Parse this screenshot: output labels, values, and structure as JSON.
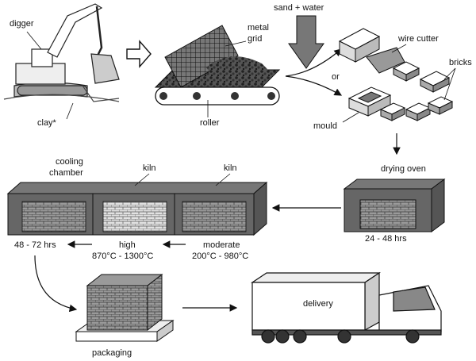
{
  "labels": {
    "digger": "digger",
    "clay": "clay*",
    "metal_grid_line1": "metal",
    "metal_grid_line2": "grid",
    "roller": "roller",
    "sand_water": "sand + water",
    "or": "or",
    "wire_cutter": "wire cutter",
    "bricks": "bricks",
    "mould": "mould",
    "drying_oven": "drying oven",
    "drying_time": "24 - 48 hrs",
    "cooling_chamber_line1": "cooling",
    "cooling_chamber_line2": "chamber",
    "kiln_high": "kiln",
    "kiln_moderate": "kiln",
    "cooling_time": "48 - 72 hrs",
    "high": "high",
    "high_temp": "870°C - 1300°C",
    "moderate": "moderate",
    "moderate_temp": "200°C - 980°C",
    "packaging": "packaging",
    "delivery": "delivery"
  },
  "colors": {
    "chamber_dark": "#5f5f5f",
    "chamber_mid": "#8a8a8a",
    "brick_dark": "#9a9a9a",
    "brick_light": "#e2e2e2",
    "line": "#111111"
  }
}
